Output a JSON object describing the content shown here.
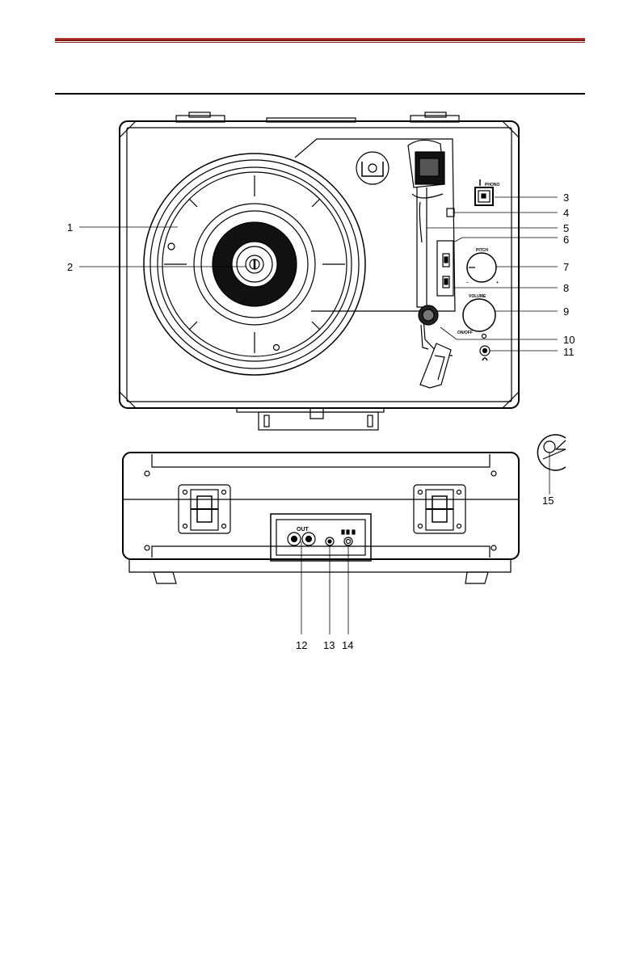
{
  "top_view": {
    "callouts": [
      "1",
      "2",
      "3",
      "4",
      "5",
      "6",
      "7",
      "8",
      "9",
      "10",
      "11"
    ],
    "panel_text": {
      "phono": "PHONO",
      "pitch": "PITCH",
      "minus": "−",
      "plus": "+",
      "volume": "VOLUME",
      "onoff": "ON/OFF"
    }
  },
  "rear_view": {
    "callouts": [
      "12",
      "13",
      "14"
    ],
    "out_label": "OUT"
  },
  "adapter": {
    "callout": "15"
  }
}
